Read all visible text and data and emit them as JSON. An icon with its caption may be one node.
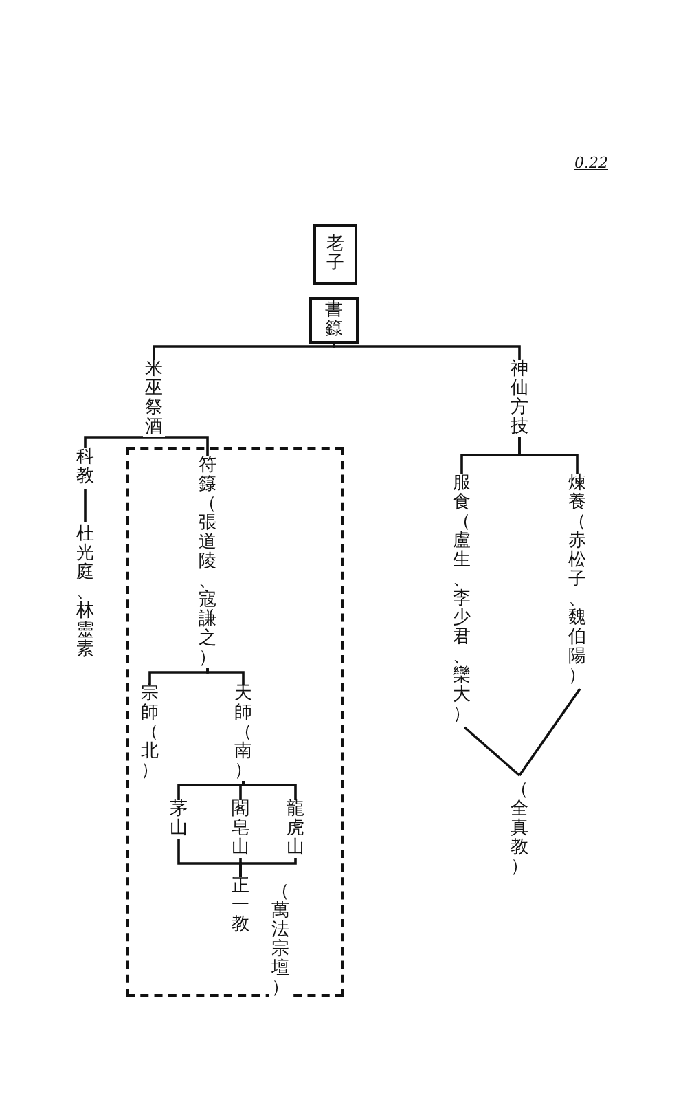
{
  "diagram": {
    "nodes": [
      {
        "text": [
          "老子"
        ]
      },
      {
        "text": [
          "書籙"
        ]
      },
      {
        "text": [
          "米巫祭酒"
        ]
      },
      {
        "text": [
          "神仙方技"
        ]
      },
      {
        "text": [
          "科教"
        ]
      },
      {
        "text": [
          "杜光庭、林靈素"
        ]
      },
      {
        "text": [],
        "shape": "box"
      },
      {
        "text": [
          "符籙（張道陵、寇謙之）"
        ],
        "in": 6
      },
      {
        "text": [
          "宗師（北）"
        ],
        "in": 6
      },
      {
        "text": [
          "天師（南）"
        ],
        "in": 6
      },
      {
        "text": [
          "茅山"
        ],
        "in": 6
      },
      {
        "text": [
          "閣皂山"
        ],
        "in": 6
      },
      {
        "text": [
          "龍虎山"
        ],
        "in": 6
      },
      {
        "text": [
          "正一教"
        ],
        "in": 6,
        "beside": [
          "（萬法宗壇）"
        ]
      },
      {
        "text": [
          "服食（盧生、李少君、欒大）"
        ]
      },
      {
        "text": [
          "煉養（赤松子、魏伯陽）"
        ]
      },
      {
        "text": [
          "（全真教）"
        ]
      }
    ],
    "edges": [
      {
        "from": 1,
        "to": 2,
        "arrow": "none"
      },
      {
        "from": 1,
        "to": 3,
        "arrow": "none"
      },
      {
        "from": 2,
        "to": 4,
        "arrow": "none"
      },
      {
        "from": 2,
        "to": 7,
        "arrow": "none"
      },
      {
        "from": 4,
        "to": 5,
        "arrow": "none"
      },
      {
        "from": 7,
        "to": 8,
        "arrow": "none"
      },
      {
        "from": 7,
        "to": 9,
        "arrow": "none"
      },
      {
        "from": 9,
        "to": 10,
        "arrow": "none"
      },
      {
        "from": 9,
        "to": 11,
        "arrow": "none"
      },
      {
        "from": 9,
        "to": 12,
        "arrow": "none"
      },
      {
        "from": 10,
        "to": 13,
        "arrow": "none"
      },
      {
        "from": 11,
        "to": 13,
        "arrow": "none"
      },
      {
        "from": 12,
        "to": 13,
        "arrow": "none"
      },
      {
        "from": 3,
        "to": 14,
        "arrow": "none"
      },
      {
        "from": 3,
        "to": 15,
        "arrow": "none"
      },
      {
        "from": 14,
        "to": 16,
        "arrow": "none"
      },
      {
        "from": 15,
        "to": 16,
        "arrow": "none"
      }
    ],
    "labels": [
      "0.22"
    ]
  }
}
